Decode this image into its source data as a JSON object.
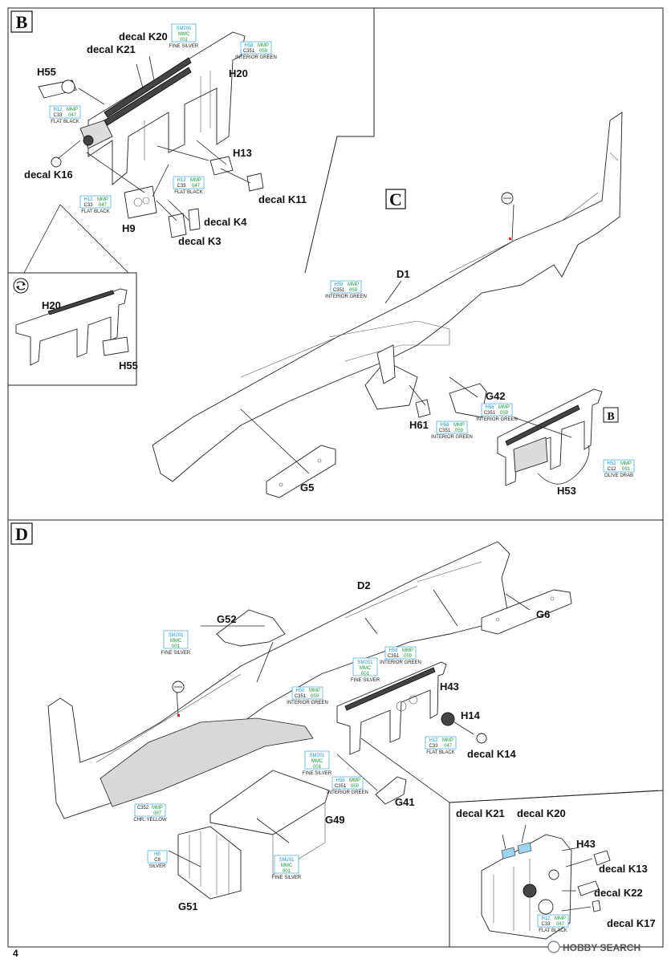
{
  "page_number": "4",
  "footer_logo": "HOBBY SEARCH",
  "steps": {
    "B": {
      "letter": "B",
      "labels": [
        "decal K20",
        "decal K21",
        "H55",
        "H20",
        "decal K16",
        "H13",
        "decal K11",
        "decal K4",
        "H9",
        "decal K3"
      ],
      "callouts": [
        {
          "top_left": "SM201",
          "top_right": "",
          "bottom_left": "MMC",
          "bottom_right": "001",
          "name": "FINE SILVER"
        },
        {
          "top_left": "H58",
          "top_right": "MMP",
          "bottom_left": "C351",
          "bottom_right": "059",
          "name": "INTERIOR GREEN"
        },
        {
          "top_left": "H12",
          "top_right": "MMP",
          "bottom_left": "C33",
          "bottom_right": "047",
          "name": "FLAT BLACK"
        },
        {
          "top_left": "H12",
          "top_right": "MMP",
          "bottom_left": "C33",
          "bottom_right": "047",
          "name": "FLAT BLACK"
        },
        {
          "top_left": "H12",
          "top_right": "MMP",
          "bottom_left": "C33",
          "bottom_right": "047",
          "name": "FLAT BLACK"
        }
      ]
    },
    "B_inset": {
      "labels": [
        "H20",
        "H55"
      ]
    },
    "C": {
      "letter": "C",
      "ref_letter": "B",
      "labels": [
        "D1",
        "G42",
        "H61",
        "G5",
        "H53"
      ],
      "callouts": [
        {
          "top_left": "H58",
          "top_right": "MMP",
          "bottom_left": "C351",
          "bottom_right": "059",
          "name": "INTERIOR GREEN"
        },
        {
          "top_left": "H58",
          "top_right": "MMP",
          "bottom_left": "C351",
          "bottom_right": "059",
          "name": "INTERIOR GREEN"
        },
        {
          "top_left": "H58",
          "top_right": "MMP",
          "bottom_left": "C351",
          "bottom_right": "059",
          "name": "INTERIOR GREEN"
        },
        {
          "top_left": "H52",
          "top_right": "MMP",
          "bottom_left": "C12",
          "bottom_right": "091",
          "name": "OLIVE DRAB"
        }
      ]
    },
    "D": {
      "letter": "D",
      "labels": [
        "D2",
        "G6",
        "G52",
        "H43",
        "H14",
        "decal K14",
        "G41",
        "G49",
        "G51"
      ],
      "callouts": [
        {
          "top_left": "SM201",
          "top_right": "",
          "bottom_left": "MMC",
          "bottom_right": "001",
          "name": "FINE SILVER"
        },
        {
          "top_left": "H58",
          "top_right": "MMP",
          "bottom_left": "C351",
          "bottom_right": "059",
          "name": "INTERIOR GREEN"
        },
        {
          "top_left": "SM201",
          "top_right": "",
          "bottom_left": "MMC",
          "bottom_right": "001",
          "name": "FINE SILVER"
        },
        {
          "top_left": "H58",
          "top_right": "MMP",
          "bottom_left": "C351",
          "bottom_right": "059",
          "name": "INTERIOR GREEN"
        },
        {
          "top_left": "H12",
          "top_right": "MMP",
          "bottom_left": "C33",
          "bottom_right": "047",
          "name": "FLAT BLACK"
        },
        {
          "top_left": "SM201",
          "top_right": "",
          "bottom_left": "MMC",
          "bottom_right": "001",
          "name": "FINE SILVER"
        },
        {
          "top_left": "H58",
          "top_right": "MMP",
          "bottom_left": "C351",
          "bottom_right": "059",
          "name": "INTERIOR GREEN"
        },
        {
          "top_left": "C352",
          "top_right": "MMP",
          "bottom_left": "",
          "bottom_right": "067",
          "name": "CHR. YELLOW"
        },
        {
          "top_left": "H8",
          "top_right": "",
          "bottom_left": "C8",
          "bottom_right": "",
          "name": "SILVER"
        },
        {
          "top_left": "SM201",
          "top_right": "",
          "bottom_left": "MMC",
          "bottom_right": "001",
          "name": "FINE SILVER"
        }
      ]
    },
    "D_inset": {
      "labels": [
        "decal K21",
        "decal K20",
        "H43",
        "decal K13",
        "decal K22",
        "decal K17"
      ],
      "callouts": [
        {
          "top_left": "H12",
          "top_right": "MMP",
          "bottom_left": "C33",
          "bottom_right": "047",
          "name": "FLAT BLACK"
        }
      ]
    }
  }
}
